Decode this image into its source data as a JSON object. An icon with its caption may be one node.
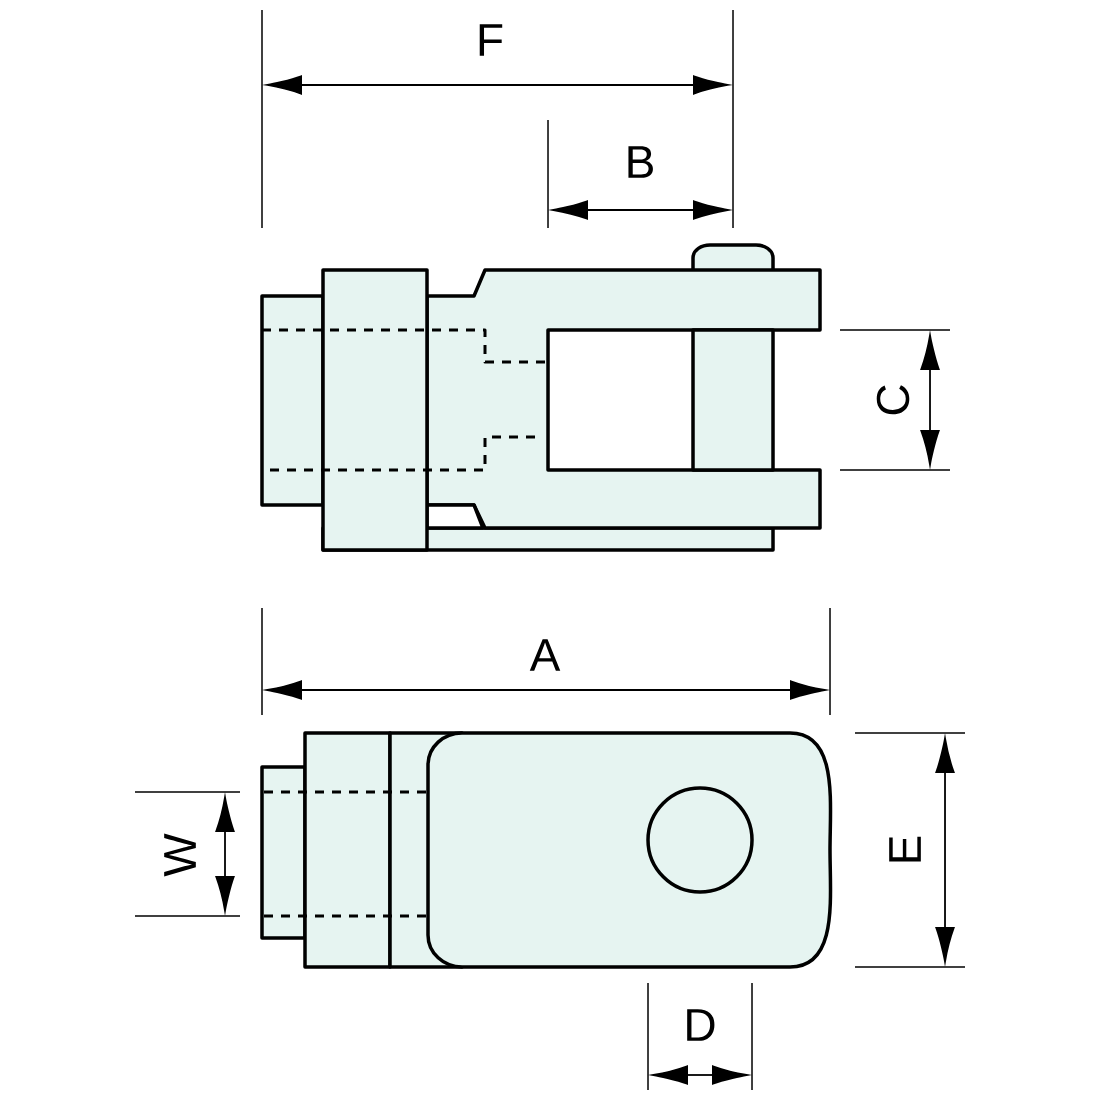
{
  "diagram": {
    "labels": [
      "F",
      "B",
      "C",
      "A",
      "W",
      "E",
      "D"
    ]
  }
}
